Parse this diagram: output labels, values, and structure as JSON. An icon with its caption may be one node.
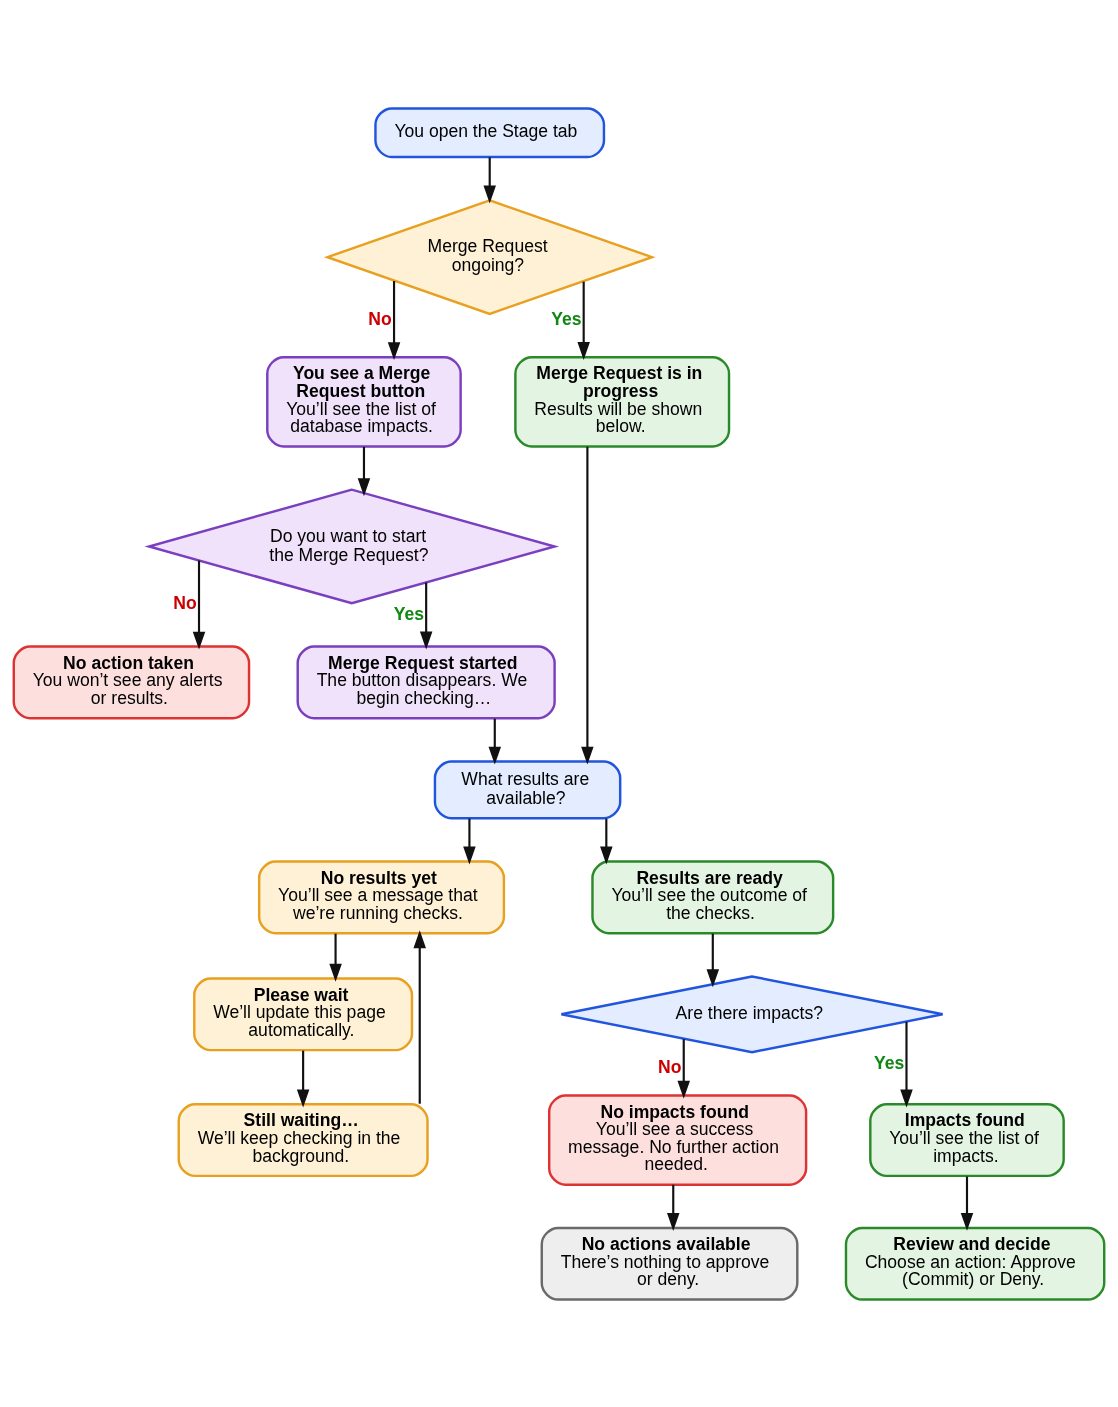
{
  "diagram": {
    "nodes": [
      {
        "text": [
          "You open the Stage tab"
        ]
      },
      {
        "text": [
          "Merge Request ongoing?"
        ]
      },
      {
        "text": [
          "You see a Merge Request button",
          "You’ll see the list of database impacts."
        ]
      },
      {
        "text": [
          "Merge Request is in progress",
          "Results will be shown below."
        ]
      },
      {
        "text": [
          "Do you want to start the Merge Request?"
        ]
      },
      {
        "text": [
          "No action taken",
          "You won’t see any alerts or results."
        ]
      },
      {
        "text": [
          "Merge Request started",
          "The button disappears. We begin checking…"
        ]
      },
      {
        "text": [
          "What results are available?"
        ]
      },
      {
        "text": [
          "No results yet",
          "You’ll see a message that we’re running checks."
        ]
      },
      {
        "text": [
          "Please wait",
          "We’ll update this page automatically."
        ]
      },
      {
        "text": [
          "Still waiting…",
          "We’ll keep checking in the background."
        ]
      },
      {
        "text": [
          "Results are ready",
          "You’ll see the outcome of the checks."
        ]
      },
      {
        "text": [
          "Are there impacts?"
        ]
      },
      {
        "text": [
          "No impacts found",
          "You’ll see a success message. No further action needed."
        ]
      },
      {
        "text": [
          "Impacts found",
          "You’ll see the list of impacts."
        ]
      },
      {
        "text": [
          "No actions available",
          "There’s nothing to approve or deny."
        ]
      },
      {
        "text": [
          "Review and decide",
          "Choose an action: Approve (Commit) or Deny."
        ]
      }
    ],
    "edges": [
      {
        "from": 0,
        "to": 1,
        "arrow": "to"
      },
      {
        "from": 1,
        "to": 2,
        "arrow": "to",
        "label": "No"
      },
      {
        "from": 1,
        "to": 3,
        "arrow": "to",
        "label": "Yes"
      },
      {
        "from": 2,
        "to": 4,
        "arrow": "to"
      },
      {
        "from": 4,
        "to": 5,
        "arrow": "to",
        "label": "No"
      },
      {
        "from": 4,
        "to": 6,
        "arrow": "to",
        "label": "Yes"
      },
      {
        "from": 6,
        "to": 7,
        "arrow": "to"
      },
      {
        "from": 3,
        "to": 7,
        "arrow": "to"
      },
      {
        "from": 7,
        "to": 8,
        "arrow": "to"
      },
      {
        "from": 7,
        "to": 11,
        "arrow": "to"
      },
      {
        "from": 8,
        "to": 9,
        "arrow": "to"
      },
      {
        "from": 9,
        "to": 10,
        "arrow": "to"
      },
      {
        "from": 10,
        "to": 8,
        "arrow": "to"
      },
      {
        "from": 11,
        "to": 12,
        "arrow": "to"
      },
      {
        "from": 12,
        "to": 13,
        "arrow": "to",
        "label": "No"
      },
      {
        "from": 12,
        "to": 14,
        "arrow": "to",
        "label": "Yes"
      },
      {
        "from": 13,
        "to": 15,
        "arrow": "to"
      },
      {
        "from": 14,
        "to": 16,
        "arrow": "to"
      }
    ]
  }
}
